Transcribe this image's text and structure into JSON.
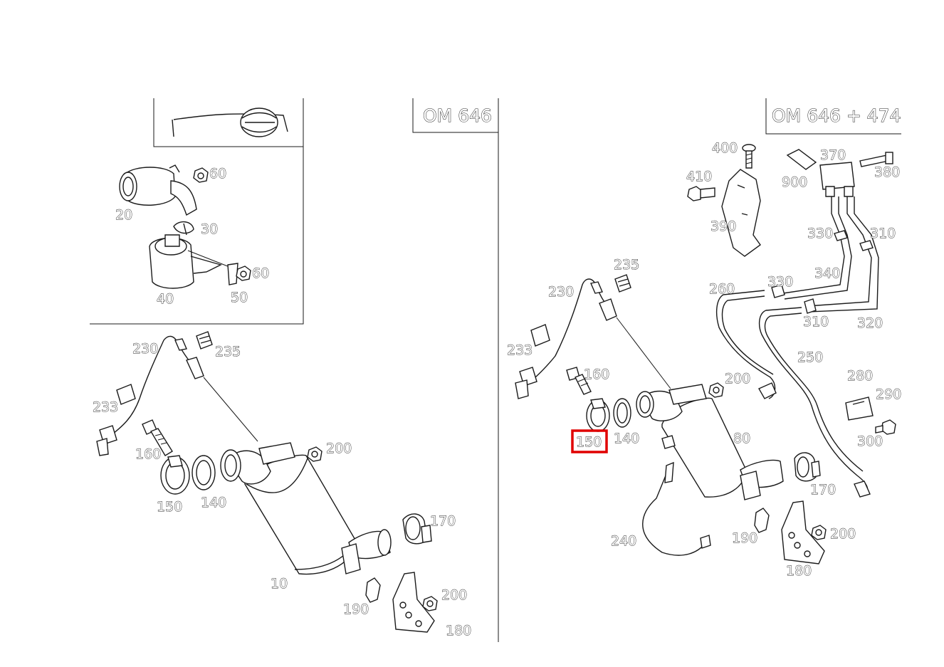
{
  "engine_labels": {
    "left": "OM 646",
    "right": "OM 646 + 474"
  },
  "highlight": {
    "part": "150",
    "color": "#e00000"
  },
  "labels": {
    "left": {
      "l20": "20",
      "l30": "30",
      "l40": "40",
      "l50": "50",
      "l60a": "60",
      "l60b": "60",
      "l230": "230",
      "l233": "233",
      "l235": "235",
      "l160": "160",
      "l150": "150",
      "l140": "140",
      "l200a": "200",
      "l200b": "200",
      "l170": "170",
      "l10": "10",
      "l190": "190",
      "l180": "180"
    },
    "right": {
      "l400": "400",
      "l370": "370",
      "l380": "380",
      "l410": "410",
      "l900": "900",
      "l390": "390",
      "l330a": "330",
      "l310a": "310",
      "l235": "235",
      "l230": "230",
      "l340": "340",
      "l260": "260",
      "l330b": "330",
      "l310b": "310",
      "l320": "320",
      "l233": "233",
      "l250": "250",
      "l160": "160",
      "l200a": "200",
      "l280": "280",
      "l290": "290",
      "l150": "150",
      "l140": "140",
      "l80": "80",
      "l300": "300",
      "l170": "170",
      "l240": "240",
      "l190": "190",
      "l200b": "200",
      "l180": "180"
    }
  }
}
